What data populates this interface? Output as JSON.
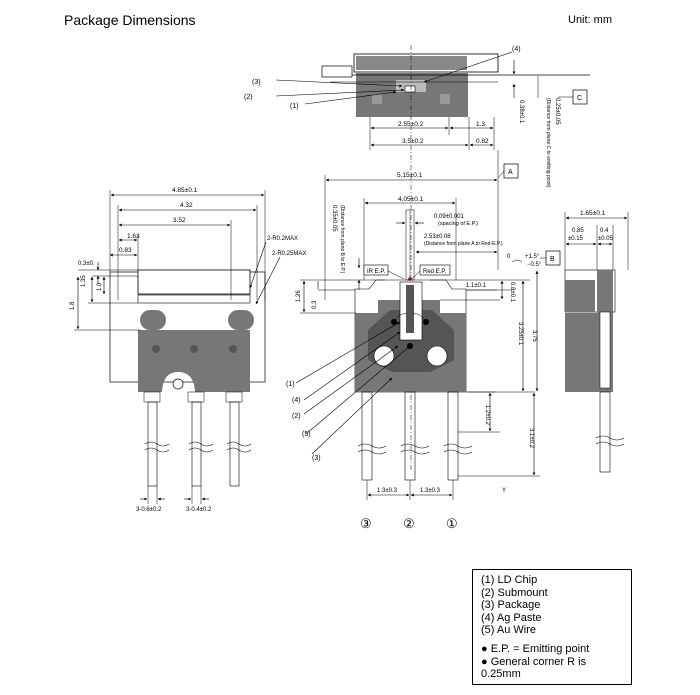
{
  "header": {
    "title": "Package Dimensions",
    "unit": "Unit: mm"
  },
  "top_view": {
    "callouts": [
      "(3)",
      "(2)",
      "(1)",
      "(4)"
    ],
    "dim_2_55": "2.55±0.2",
    "dim_1_3": "1.3",
    "dim_3_5": "3.5±0.2",
    "dim_0_82": "0.82",
    "dim_0_38": "0.38±0.1",
    "dim_0_25": "0.25±0.05",
    "note_plane_c": "(Distance from plane C to emitting point)",
    "ref_c": "C"
  },
  "left_view": {
    "dim_4_85": "4.85±0.1",
    "dim_4_32": "4.32",
    "dim_3_52": "3.52",
    "dim_1_63": "1.63",
    "dim_0_83": "0.83",
    "dim_0_3": "0.3±0.",
    "dim_1_35": "1.35",
    "dim_1_0": "1.0",
    "dim_1_8": "1.8",
    "radius_a": "2-R0.2MAX",
    "radius_b": "2-R0.25MAX",
    "lead_width_a": "3-0.6±0.2",
    "lead_width_b": "3-0.4±0.2"
  },
  "front_view": {
    "dim_5_15": "5.15±0.1",
    "dim_4_05": "4.05±0.1",
    "ref_a": "A",
    "ref_b": "B",
    "dim_0_35": "0.35±0.05",
    "note_plane_b": "(Distance from plane B to E.P.)",
    "dim_0_09": "0.09±0.001",
    "note_ep_spacing": "(spacing of E.P.)",
    "dim_2_53": "2.53±0.08",
    "note_plane_a": "(Distance from plane A to Red-E.P.)",
    "label_ir": "IR E.P.",
    "label_red": "Red E.P.",
    "dim_1_1": "1.1±0.1",
    "dim_0_8": "0.8±0.1",
    "dim_1_26": "1.26",
    "dim_0_3": "0.3",
    "dim_3_25": "3.25±0.1",
    "dim_3_75": "3.75",
    "dim_1_2": "1.2±0.2",
    "dim_3_1": "3.1±0.2",
    "angle_plus": "+1.5°",
    "angle_minus": "−0.5°",
    "angle_zero": "0",
    "callouts": [
      "(1)",
      "(2)",
      "(5)",
      "(4)",
      "(3)"
    ],
    "pitch": "1.3±0.3",
    "y_label": "Y",
    "pin_labels": [
      "③",
      "②",
      "①"
    ]
  },
  "side_view": {
    "dim_1_65": "1.65±0.1",
    "dim_0_85": "0.85",
    "dim_0_15": "±0.15",
    "dim_0_4": "0.4",
    "dim_0_05": "±0.05"
  },
  "legend": {
    "items": [
      "(1) LD Chip",
      "(2) Submount",
      "(3) Package",
      "(4) Ag Paste",
      "(5) Au Wire"
    ],
    "notes": [
      "● E.P. = Emitting point",
      "● General corner R is 0.25mm"
    ]
  }
}
